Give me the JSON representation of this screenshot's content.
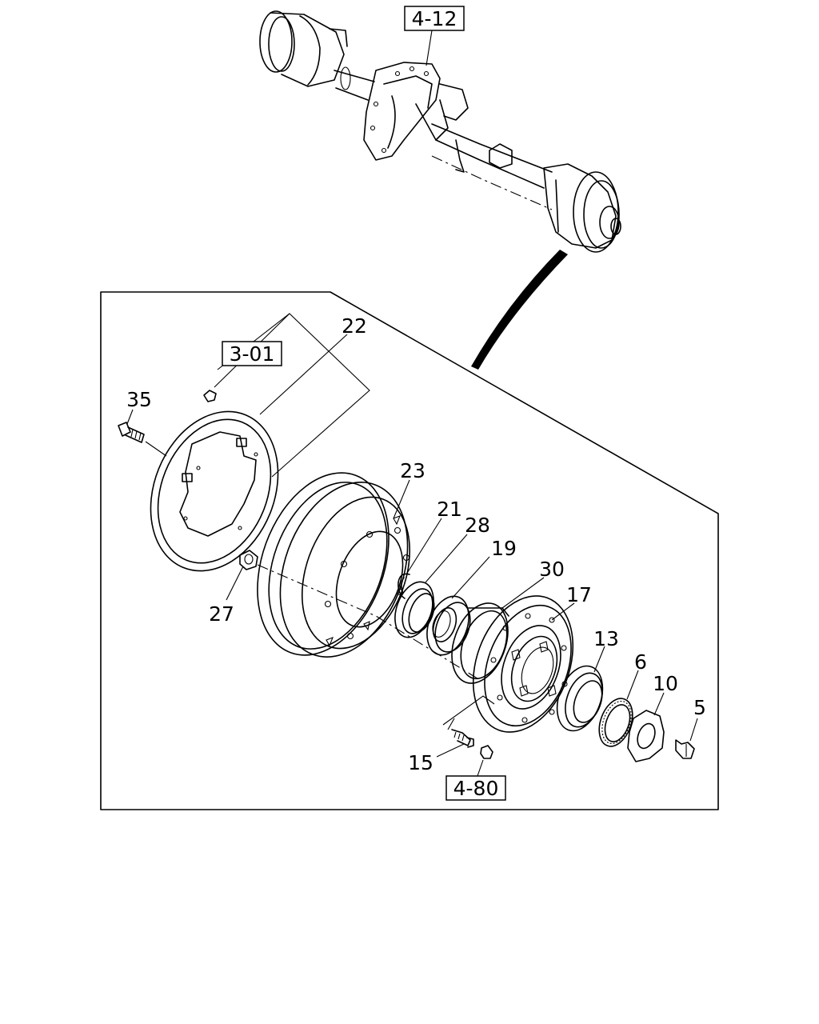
{
  "references": [
    {
      "id": "ref-4-12",
      "text": "4-12"
    },
    {
      "id": "ref-3-01",
      "text": "3-01"
    },
    {
      "id": "ref-4-80",
      "text": "4-80"
    }
  ],
  "callouts": [
    "22",
    "35",
    "23",
    "21",
    "28",
    "19",
    "30",
    "17",
    "13",
    "6",
    "10",
    "5",
    "27",
    "15"
  ]
}
